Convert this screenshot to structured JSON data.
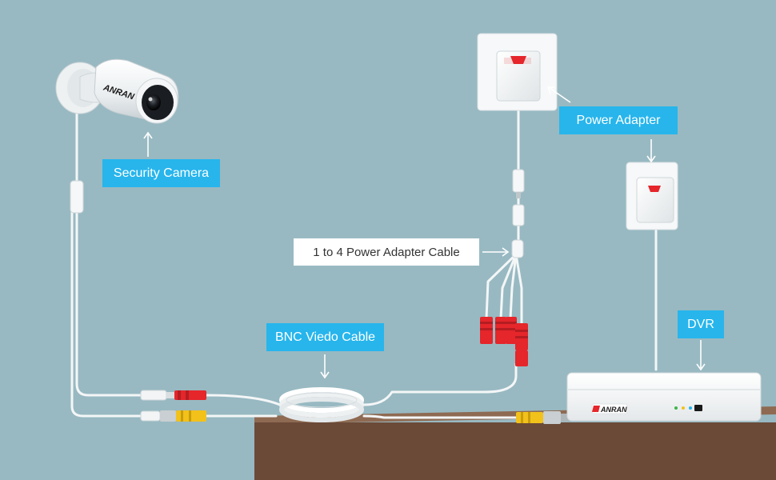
{
  "labels": {
    "security_camera": "Security Camera",
    "power_adapter": "Power Adapter",
    "splitter_cable": "1 to 4 Power Adapter Cable",
    "bnc_cable": "BNC Viedo Cable",
    "dvr": "DVR"
  },
  "brand": {
    "camera_logo": "ANRAN",
    "dvr_logo": "ANRAN"
  },
  "colors": {
    "background": "#98b9c2",
    "label_bg": "#27b5ec",
    "label_text": "#ffffff",
    "table_top": "#8e6a52",
    "table_front": "#6b4a38",
    "cable": "#f4f6f7",
    "power_plug": "#e5262b",
    "video_plug": "#f2c21b"
  }
}
